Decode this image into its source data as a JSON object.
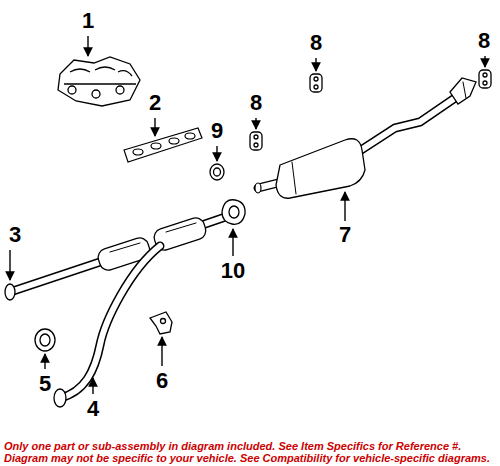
{
  "diagram": {
    "caption": "Only one part or sub-assembly in diagram included. See Item Specifics for Reference #. Diagram may not be specific to your vehicle. See Compatibility for vehicle-specific diagrams.",
    "labels": [
      "1",
      "2",
      "3",
      "4",
      "5",
      "6",
      "7",
      "8",
      "8",
      "8",
      "9",
      "10"
    ]
  }
}
